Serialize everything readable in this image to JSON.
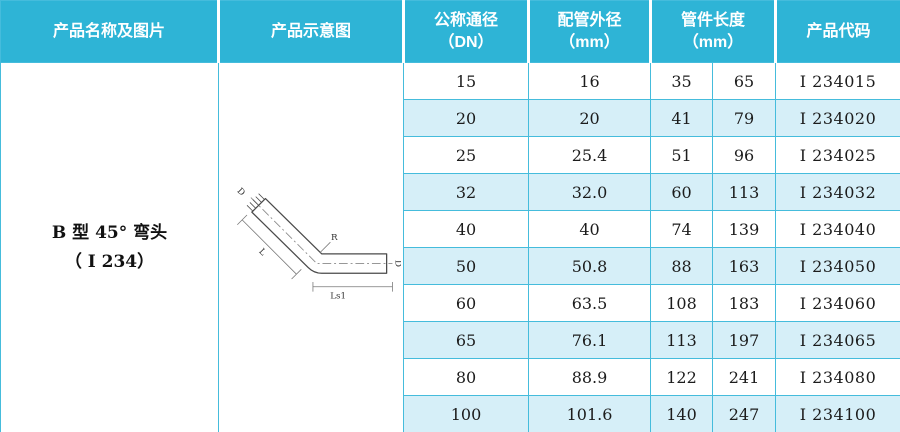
{
  "colors": {
    "header_bg": "#2eb4d6",
    "row_tint": "#d6eff8",
    "grid_border": "#45bcdc",
    "header_text": "#ffffff",
    "body_text": "#1c1c1c"
  },
  "header": {
    "col_name_image": "产品名称及图片",
    "col_schematic": "产品示意图",
    "col_dn": "公称通径\n（DN）",
    "col_od": "配管外径\n（mm）",
    "col_length": "管件长度\n（mm）",
    "col_code": "产品代码"
  },
  "product": {
    "name": "B 型 45° 弯头\n（ I 234）"
  },
  "drawing_labels": {
    "d_top": "D",
    "r": "R",
    "l": "L",
    "ls1": "Ls1",
    "d_right": "D"
  },
  "rows": [
    {
      "dn": "15",
      "od": "16",
      "l1": "35",
      "l2": "65",
      "code": "I 234015"
    },
    {
      "dn": "20",
      "od": "20",
      "l1": "41",
      "l2": "79",
      "code": "I 234020"
    },
    {
      "dn": "25",
      "od": "25.4",
      "l1": "51",
      "l2": "96",
      "code": "I 234025"
    },
    {
      "dn": "32",
      "od": "32.0",
      "l1": "60",
      "l2": "113",
      "code": "I 234032"
    },
    {
      "dn": "40",
      "od": "40",
      "l1": "74",
      "l2": "139",
      "code": "I 234040"
    },
    {
      "dn": "50",
      "od": "50.8",
      "l1": "88",
      "l2": "163",
      "code": "I 234050"
    },
    {
      "dn": "60",
      "od": "63.5",
      "l1": "108",
      "l2": "183",
      "code": "I 234060"
    },
    {
      "dn": "65",
      "od": "76.1",
      "l1": "113",
      "l2": "197",
      "code": "I 234065"
    },
    {
      "dn": "80",
      "od": "88.9",
      "l1": "122",
      "l2": "241",
      "code": "I 234080"
    },
    {
      "dn": "100",
      "od": "101.6",
      "l1": "140",
      "l2": "247",
      "code": "I 234100"
    }
  ]
}
